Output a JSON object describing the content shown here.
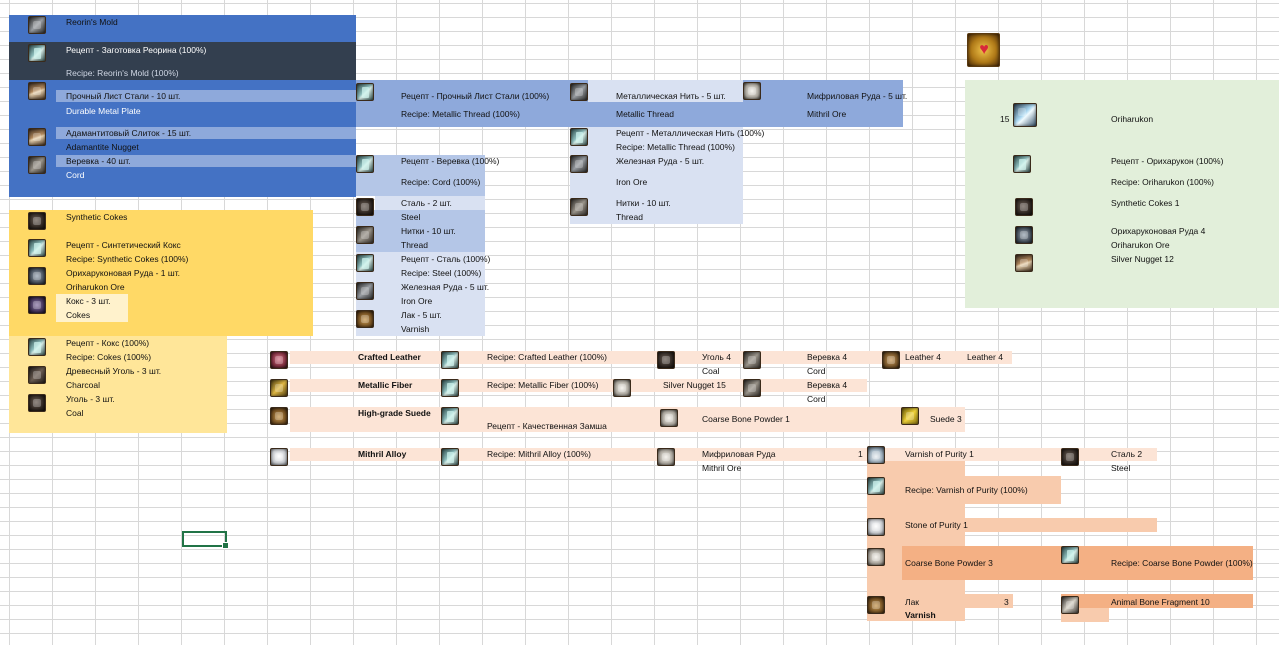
{
  "colors": {
    "blue_dark": "#4472C4",
    "blue_mid": "#8EA9DB",
    "blue_light": "#B4C6E7",
    "blue_pale": "#D9E1F2",
    "navy": "#333F4F",
    "yellow": "#FFD966",
    "yellow_light": "#FFE699",
    "yellow_pale": "#FFF2CC",
    "green_pale": "#E2EFDA",
    "peach": "#FCE4D6",
    "peach_mid": "#F8CBAD",
    "peach_dark": "#F4B084",
    "grid_line": "#D8D8D8",
    "selection": "#217346"
  },
  "blue_tree": {
    "reorins_mold": "Reorin's Mold",
    "recipe_ru": "Рецепт - Заготовка Реорина (100%)",
    "recipe_en": "Recipe: Reorin's Mold (100%)",
    "plate_ru": "Прочный Лист Стали - 10 шт.",
    "plate_en": "Durable Metal Plate",
    "adamantite_ru": "Адамантитовый Слиток - 15 шт.",
    "adamantite_en": "Adamantite Nugget",
    "rope_ru": "Веревка - 40 шт.",
    "rope_en": "Cord"
  },
  "plate_branch": {
    "recipe_ru": "Рецепт - Прочный Лист Стали (100%)",
    "recipe_en": "Recipe: Metallic Thread (100%)",
    "cord_recipe_ru": "Рецепт - Веревка (100%)",
    "cord_recipe_en": "Recipe: Cord (100%)",
    "steel_ru": "Сталь - 2 шт.",
    "steel_en": "Steel",
    "thread_ru": "Нитки - 10 шт.",
    "thread_en": "Thread",
    "steel_recipe_ru": "Рецепт - Сталь (100%)",
    "steel_recipe_en": "Recipe: Steel (100%)",
    "iron_ru": "Железная Руда - 5 шт.",
    "iron_en": "Iron Ore",
    "varnish_ru": "Лак - 5 шт.",
    "varnish_en": "Varnish"
  },
  "thread_branch": {
    "metallic_ru": "Металлическая Нить - 5 шт.",
    "metallic_en": "Metallic Thread",
    "mithril_ru": "Мифриловая Руда - 5 шт.",
    "mithril_en": "Mithril Ore",
    "recipe_ru": "Рецепт - Металлическая Нить (100%)",
    "recipe_en": "Recipe: Metallic Thread (100%)",
    "iron_ru": "Железная Руда - 5 шт.",
    "iron_en": "Iron Ore",
    "thread_ru": "Нитки - 10 шт.",
    "thread_en": "Thread"
  },
  "yellow_tree": {
    "cokes": "Synthetic Cokes",
    "recipe_ru": "Рецепт - Синтетический Кокс",
    "recipe_en": "Recipe: Synthetic Cokes (100%)",
    "orih_ru": "Орихаруконовая Руда - 1 шт.",
    "orih_en": "Oriharukon Ore",
    "koks_ru": "Кокс - 3 шт.",
    "koks_en": "Cokes",
    "koks_recipe_ru": "Рецепт - Кокс (100%)",
    "koks_recipe_en": "Recipe: Cokes (100%)",
    "charcoal_ru": "Древесный Уголь - 3 шт.",
    "charcoal_en": "Charcoal",
    "coal_ru": "Уголь - 3 шт.",
    "coal_en": "Coal"
  },
  "green_tree": {
    "count": "15",
    "oriharukon": "Oriharukon",
    "recipe_ru": "Рецепт - Орихарукон (100%)",
    "recipe_en": "Recipe: Oriharukon (100%)",
    "cokes": "Synthetic Cokes 1",
    "ore_ru": "Орихаруконовая Руда 4",
    "ore_en": "Oriharukon Ore",
    "silver": "Silver Nugget 12"
  },
  "crafts": {
    "crafted_leather": {
      "name": "Crafted Leather",
      "recipe": "Recipe: Crafted Leather (100%)",
      "coal_ru": "Уголь  4",
      "coal_en": "Coal",
      "cord_ru": "Веревка 4",
      "cord_en": "Cord",
      "leather_a": "Leather 4",
      "leather_b": "Leather 4"
    },
    "metallic_fiber": {
      "name": "Metallic Fiber",
      "recipe": "Recipe: Metallic Fiber (100%)",
      "silver": "Silver Nugget 15",
      "cord_ru": "Веревка 4",
      "cord_en": "Cord"
    },
    "high_grade_suede": {
      "name": "High-grade Suede",
      "recipe_ru": "Рецепт - Качественная Замша",
      "powder": "Coarse Bone Powder 1",
      "suede": "Suede 3"
    },
    "mithril_alloy": {
      "name": "Mithril Alloy",
      "recipe": "Recipe: Mithril Alloy (100%)",
      "ore_ru": "Мифриловая Руда",
      "ore_en": "Mithril Ore",
      "count": "1",
      "varnish_purity": "Varnish of Purity 1",
      "steel_ru": "Сталь 2",
      "steel_en": "Steel",
      "varnish_recipe": "Recipe: Varnish of Purity (100%)",
      "stone": "Stone of Purity 1",
      "powder": "Coarse Bone Powder 3",
      "powder_recipe": "Recipe: Coarse Bone Powder (100%)",
      "lak_ru": "Лак",
      "lak_en": "Varnish",
      "lak_count": "3",
      "bone": "Animal Bone Fragment 10"
    }
  }
}
